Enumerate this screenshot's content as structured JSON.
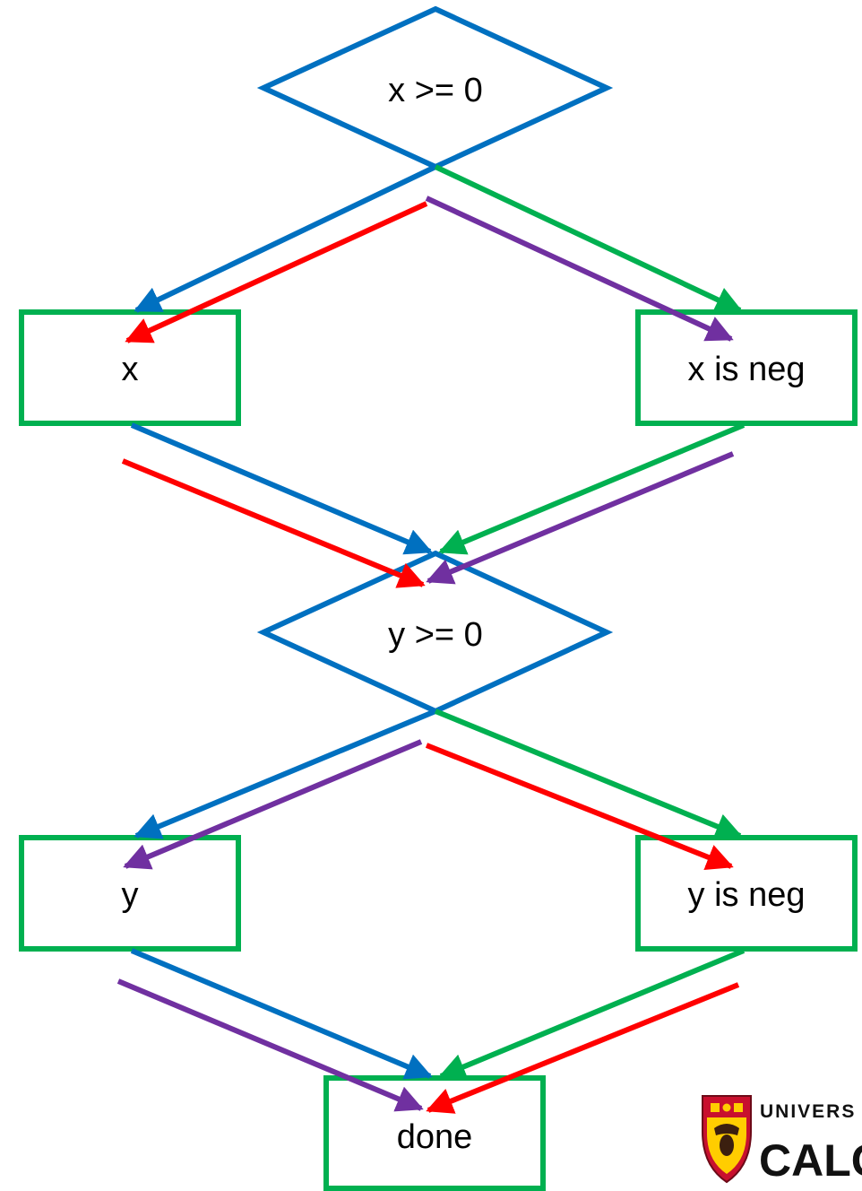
{
  "colors": {
    "blue": "#0070C0",
    "green": "#00B050",
    "red": "#FF0000",
    "purple": "#7030A0",
    "text": "#000000"
  },
  "nodes": {
    "decision_x": {
      "label": "x >= 0",
      "shape": "diamond",
      "color": "#0070C0"
    },
    "box_x": {
      "label": "x",
      "shape": "rectangle",
      "color": "#00B050"
    },
    "box_x_neg": {
      "label": "x is neg",
      "shape": "rectangle",
      "color": "#00B050"
    },
    "decision_y": {
      "label": "y >= 0",
      "shape": "diamond",
      "color": "#0070C0"
    },
    "box_y": {
      "label": "y",
      "shape": "rectangle",
      "color": "#00B050"
    },
    "box_y_neg": {
      "label": "y is neg",
      "shape": "rectangle",
      "color": "#00B050"
    },
    "box_done": {
      "label": "done",
      "shape": "rectangle",
      "color": "#00B050"
    }
  },
  "edges": [
    {
      "from": "decision_x",
      "to": "box_x",
      "color": "#0070C0"
    },
    {
      "from": "decision_x",
      "to": "box_x_neg",
      "color": "#00B050"
    },
    {
      "from": "box_x",
      "to": "decision_y",
      "color": "#0070C0"
    },
    {
      "from": "box_x_neg",
      "to": "decision_y",
      "color": "#00B050"
    },
    {
      "from": "decision_y",
      "to": "box_y",
      "color": "#0070C0"
    },
    {
      "from": "decision_y",
      "to": "box_y_neg",
      "color": "#00B050"
    },
    {
      "from": "box_y",
      "to": "box_done",
      "color": "#0070C0"
    },
    {
      "from": "box_y_neg",
      "to": "box_done",
      "color": "#00B050"
    }
  ],
  "paths": [
    {
      "color": "#FF0000",
      "route": [
        "decision_x",
        "box_x",
        "decision_y",
        "box_y_neg",
        "box_done"
      ]
    },
    {
      "color": "#7030A0",
      "route": [
        "decision_x",
        "box_x_neg",
        "decision_y",
        "box_y",
        "box_done"
      ]
    }
  ],
  "logo": {
    "line1": "UNIVERS",
    "line2": "CALG",
    "icon": "crest-icon"
  }
}
